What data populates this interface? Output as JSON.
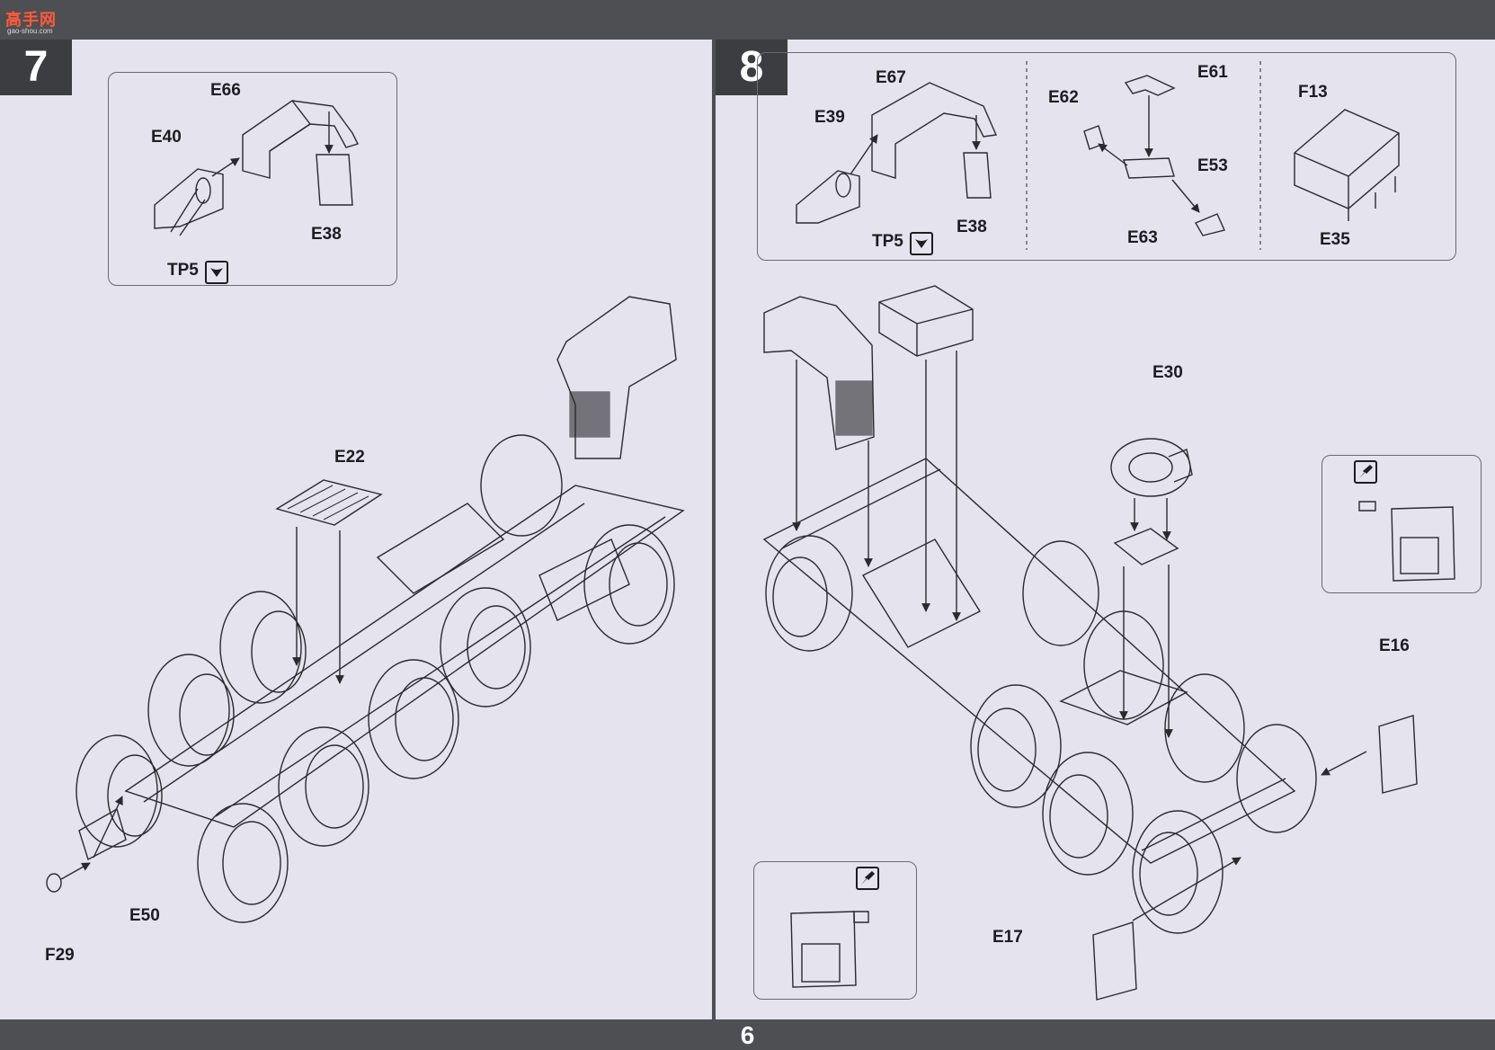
{
  "watermark": {
    "text": "高手网",
    "subtitle": "gao-shou.com"
  },
  "page_number": "6",
  "step7": {
    "number": "7",
    "inset_labels": {
      "e66": "E66",
      "e40": "E40",
      "e38": "E38",
      "tp5": "TP5"
    },
    "labels": {
      "e22": "E22",
      "e50": "E50",
      "f29": "F29"
    }
  },
  "step8": {
    "number": "8",
    "inset_labels": {
      "e67": "E67",
      "e39": "E39",
      "e38": "E38",
      "tp5": "TP5",
      "e61": "E61",
      "e62": "E62",
      "e53": "E53",
      "e63": "E63",
      "f13": "F13",
      "e35": "E35"
    },
    "labels": {
      "e30": "E30",
      "e16": "E16",
      "e17": "E17"
    }
  },
  "icons": [
    "glue-icon",
    "bend-tool-icon"
  ]
}
